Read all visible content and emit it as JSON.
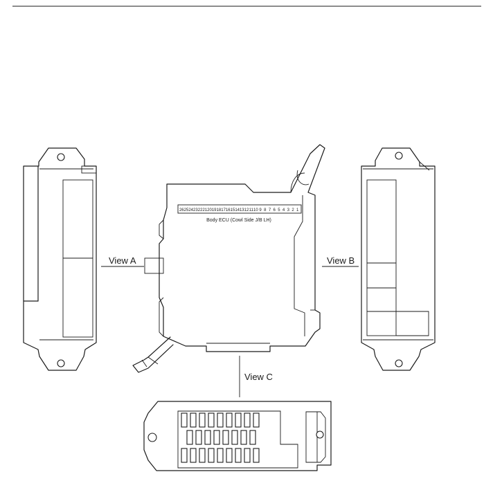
{
  "ecu_label": "Body ECU (Cowl Side J/B LH)",
  "views": {
    "a": "View A",
    "b": "View B",
    "c": "View C"
  },
  "connector_pins": [
    "26",
    "25",
    "24",
    "23",
    "22",
    "21",
    "20",
    "19",
    "18",
    "17",
    "16",
    "15",
    "14",
    "13",
    "12",
    "11",
    "10",
    "9",
    "8",
    "7",
    "6",
    "5",
    "4",
    "3",
    "2",
    "1"
  ]
}
